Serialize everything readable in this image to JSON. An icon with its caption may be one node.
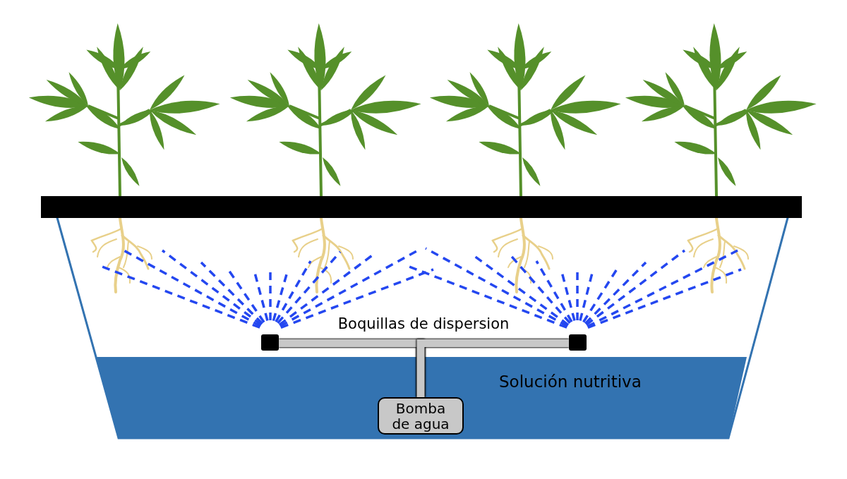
{
  "diagram": {
    "nodes": [
      {
        "text": [
          "Bomba de agua"
        ]
      },
      {
        "text": [],
        "shape": "box"
      },
      {
        "text": [],
        "shape": "box"
      }
    ],
    "edges": [
      {
        "from": 0,
        "to": 1,
        "arrow": "none"
      },
      {
        "from": 0,
        "to": 2,
        "arrow": "none"
      }
    ],
    "labels": [
      "Boquillas de dispersion",
      "Solución nutritiva"
    ]
  }
}
